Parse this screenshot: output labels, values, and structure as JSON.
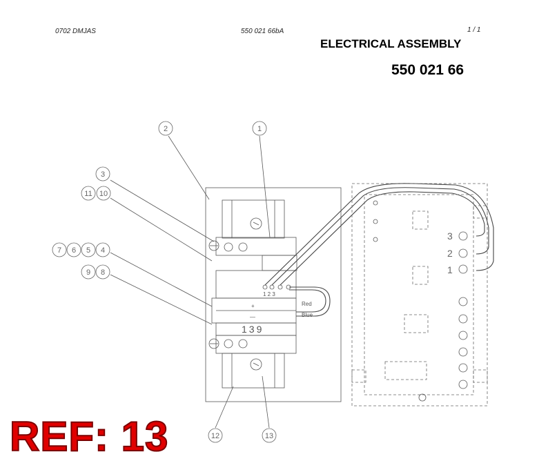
{
  "header": {
    "doc_code": "0702 DMJAS",
    "file_ref": "550 021 66bA",
    "page_indicator": "1 /  1"
  },
  "title": "ELECTRICAL ASSEMBLY",
  "part_number": "550 021 66",
  "ref_label": "REF: 13",
  "callouts": [
    "1",
    "2",
    "3",
    "11",
    "10",
    "7",
    "6",
    "5",
    "4",
    "9",
    "8",
    "12",
    "13"
  ],
  "terminal_numbers": "1 2 3",
  "wire_labels": {
    "red": "Red",
    "blue": "Blue"
  },
  "polarity": {
    "plus": "+",
    "minus": "—"
  },
  "component_code": "139",
  "board_terminals": [
    "3",
    "2",
    "1"
  ]
}
